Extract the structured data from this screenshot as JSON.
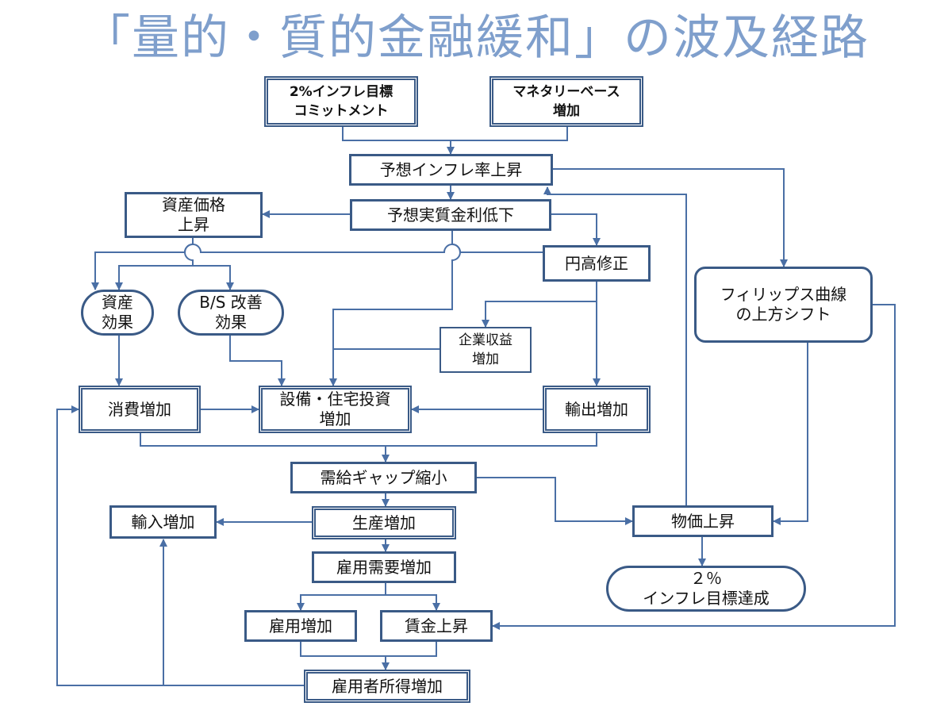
{
  "title": "「量的・質的金融緩和」の波及経路",
  "colors": {
    "title": "#7f9fcc",
    "line": "#4a6fa5",
    "border": "#3a5a86"
  },
  "nodes": {
    "inflation_target_commitment": "2%インフレ目標\nコミットメント",
    "monetary_base_increase": "マネタリーベース\n増加",
    "expected_inflation_rise": "予想インフレ率上昇",
    "expected_real_rate_decline": "予想実質金利低下",
    "asset_price_rise": "資産価格\n上昇",
    "yen_correction": "円高修正",
    "asset_effect": "資産\n効果",
    "bs_improvement_effect": "B/S 改善\n効果",
    "corporate_profit_increase": "企業収益\n増加",
    "phillips_curve_shift": "フィリップス曲線\nの上方シフト",
    "consumption_increase": "消費増加",
    "capex_housing_increase": "設備・住宅投資\n増加",
    "export_increase": "輸出増加",
    "output_gap_narrowing": "需給ギャップ縮小",
    "import_increase": "輸入増加",
    "production_increase": "生産増加",
    "price_rise": "物価上昇",
    "labor_demand_increase": "雇用需要増加",
    "inflation_target_achieved": "２％\nインフレ目標達成",
    "employment_increase": "雇用増加",
    "wage_rise": "賃金上昇",
    "employee_income_increase": "雇用者所得増加"
  }
}
